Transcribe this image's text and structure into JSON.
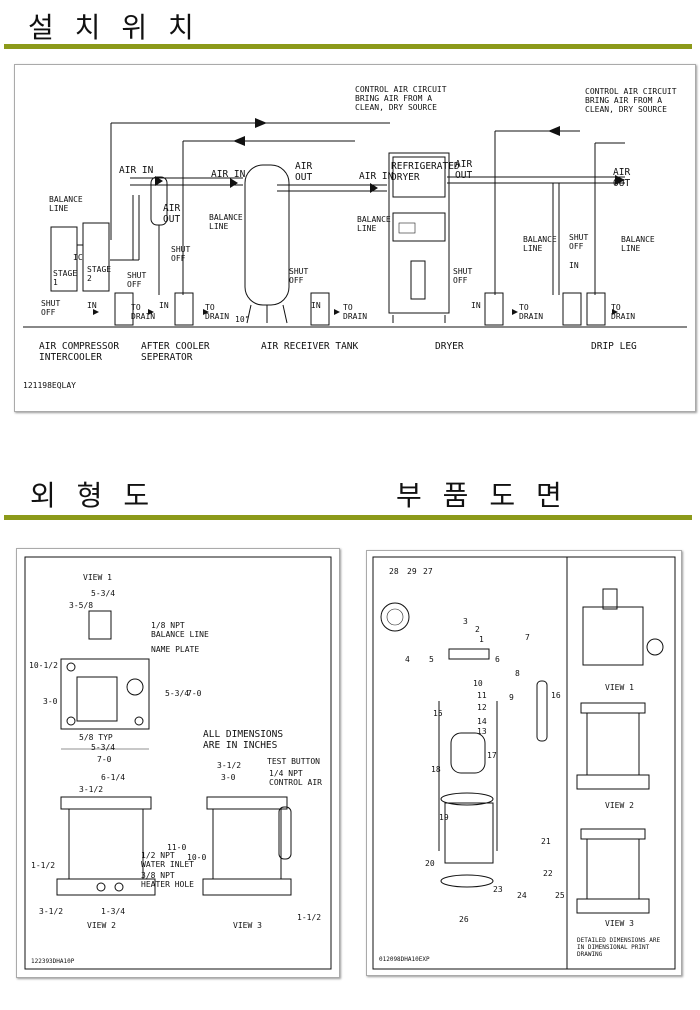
{
  "headings": {
    "install": "설 치 위 치",
    "outline": "외 형 도",
    "parts": "부 품 도 면"
  },
  "install_diagram": {
    "control_1": "CONTROL AIR CIRCUIT\nBRING AIR FROM A\nCLEAN, DRY SOURCE",
    "control_2": "CONTROL AIR CIRCUIT\nBRING AIR FROM A\nCLEAN, DRY SOURCE",
    "air_in": "AIR IN",
    "air_out": "AIR\nOUT",
    "balance_line": "BALANCE\nLINE",
    "shut_off": "SHUT\nOFF",
    "in": "IN",
    "to_drain": "TO\nDRAIN",
    "stage1": "STAGE\n1",
    "stage2": "STAGE\n2",
    "ic": "IC",
    "dryer_box": "REFRIGERATED\nDRYER",
    "ten": "10\"",
    "sections": [
      "AIR COMPRESSOR\nINTERCOOLER",
      "AFTER COOLER\nSEPERATOR",
      "AIR RECEIVER TANK",
      "DRYER",
      "DRIP LEG"
    ],
    "code": "121198EQLAY"
  },
  "outline_drawing": {
    "view1": "VIEW 1",
    "view2": "VIEW 2",
    "view3": "VIEW 3",
    "note": "ALL DIMENSIONS\nARE IN INCHES",
    "npt_balance": "1/8 NPT\nBALANCE LINE",
    "name_plate": "NAME PLATE",
    "test_button": "TEST BUTTON",
    "npt_control": "1/4 NPT\nCONTROL AIR",
    "water_inlet": "1/2 NPT\nWATER INLET",
    "heater_hole": "3/8 NPT\nHEATER HOLE",
    "dims": [
      "5-3/4",
      "3-5/8",
      "10-1/2",
      "3-0",
      "5-3/4",
      "7-0",
      "5/8 TYP",
      "5-3/4",
      "7-0",
      "6-1/4",
      "3-1/2",
      "1-1/2",
      "3-1/2",
      "1-3/4",
      "3-1/2",
      "3-0",
      "11-0",
      "10-0",
      "1-1/2"
    ],
    "code": "122393DHA10P"
  },
  "parts_drawing": {
    "numbers": [
      "28",
      "29",
      "27",
      "3",
      "2",
      "1",
      "4",
      "5",
      "6",
      "7",
      "8",
      "9",
      "10",
      "11",
      "12",
      "14",
      "13",
      "15",
      "16",
      "17",
      "18",
      "19",
      "20",
      "21",
      "22",
      "23",
      "24",
      "25",
      "26"
    ],
    "view1": "VIEW 1",
    "view2": "VIEW 2",
    "view3": "VIEW 3",
    "note": "DETAILED DIMENSIONS ARE\nIN DIMENSIONAL PRINT\nDRAWING",
    "code": "012098DHA10EXP"
  }
}
